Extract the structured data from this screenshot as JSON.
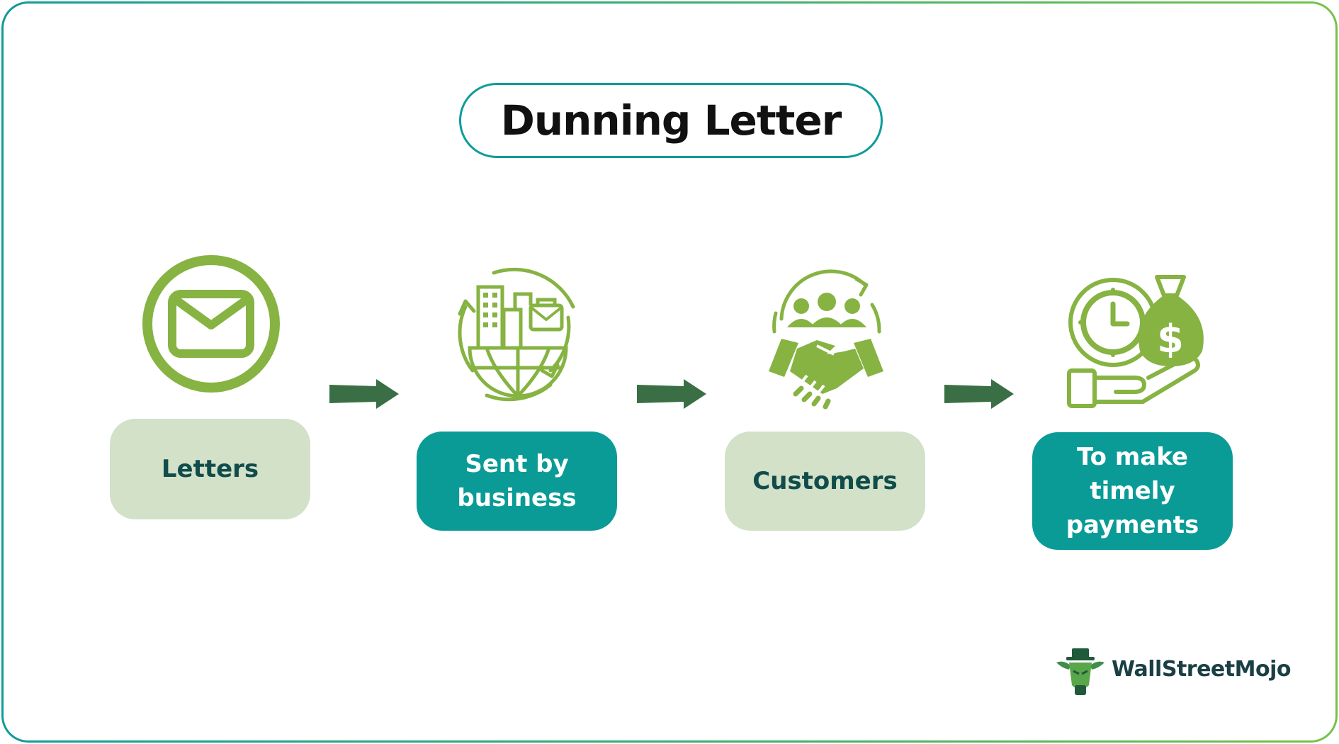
{
  "title": "Dunning Letter",
  "steps": [
    {
      "icon": "envelope-icon",
      "label": "Letters"
    },
    {
      "icon": "business-globe-icon",
      "label": "Sent by business"
    },
    {
      "icon": "handshake-customers-icon",
      "label": "Customers"
    },
    {
      "icon": "money-payment-icon",
      "label": "To make timely payments"
    }
  ],
  "logo": {
    "text": "WallStreetMojo"
  },
  "colors": {
    "icon_green": "#86b342",
    "teal": "#0a9b97",
    "light_green": "#d3e1c8",
    "arrow_green": "#3a6f45",
    "dark_text": "#114c4c"
  }
}
